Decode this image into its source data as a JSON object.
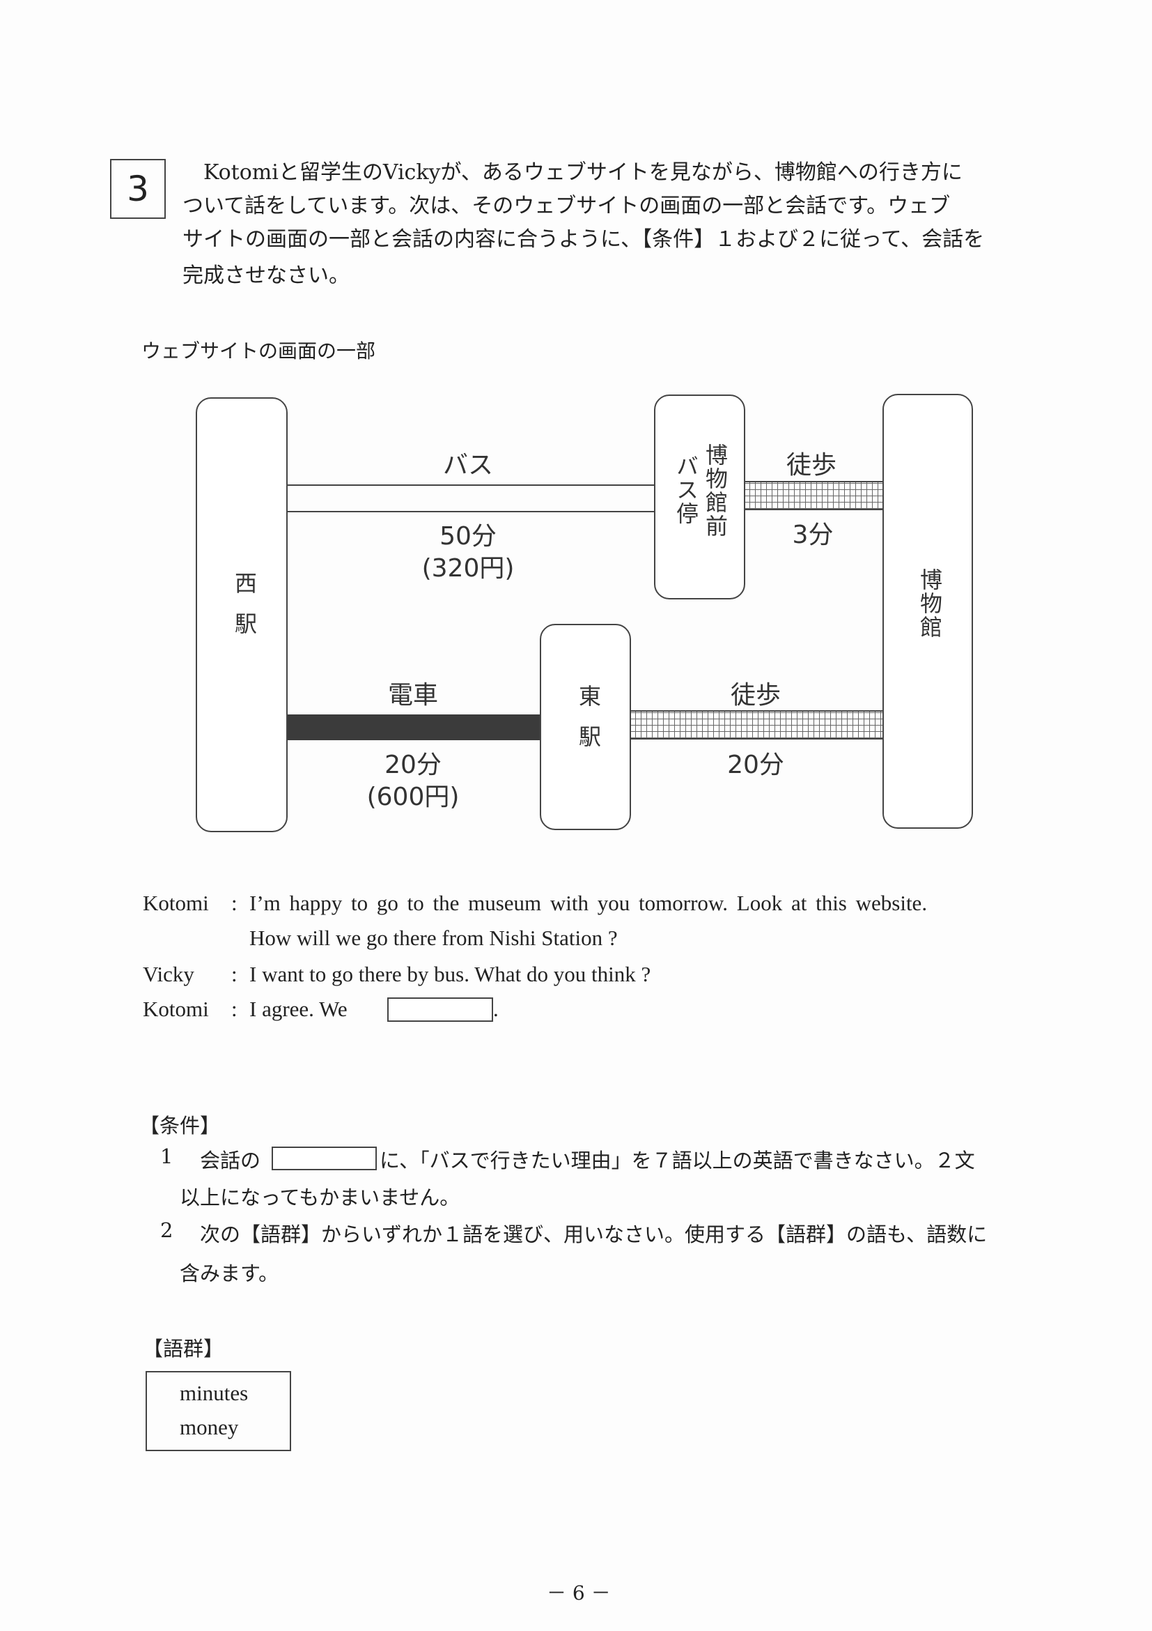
{
  "question_number": "3",
  "intro": [
    "Kotomiと留学生のVickyが、あるウェブサイトを見ながら、博物館への行き方に",
    "ついて話をしています。次は、そのウェブサイトの画面の一部と会話です。ウェブ",
    "サイトの画面の一部と会話の内容に合うように、【条件】１および２に従って、会話を",
    "完成させなさい。"
  ],
  "website_caption": "ウェブサイトの画面の一部",
  "map": {
    "west_station": "西駅",
    "bus_stop": {
      "line1": "博物館前",
      "line2": "バス停"
    },
    "museum": "博物館",
    "east_station": "東駅",
    "bus": {
      "label": "バス",
      "time": "50分",
      "fare": "(320円)"
    },
    "walk_from_bus_stop": {
      "label": "徒歩",
      "time": "3分"
    },
    "train": {
      "label": "電車",
      "time": "20分",
      "fare": "(600円)"
    },
    "walk_from_east_station": {
      "label": "徒歩",
      "time": "20分"
    }
  },
  "dialogue": [
    {
      "speaker": "Kotomi",
      "lines": [
        "I’m happy to go to the museum with you tomorrow.  Look at this website.",
        "How will we go there from Nishi Station ?"
      ]
    },
    {
      "speaker": "Vicky",
      "lines": [
        "I want to go there by bus.  What do you think ?"
      ]
    },
    {
      "speaker": "Kotomi",
      "lines": [
        "I agree.  We"
      ],
      "after_blank": "."
    }
  ],
  "conditions": {
    "heading": "【条件】",
    "items": [
      {
        "num": "1",
        "before_blank": "会話の",
        "after_blank": "に、「バスで行きたい理由」を７語以上の英語で書きなさい。２文",
        "cont": "以上になってもかまいません。"
      },
      {
        "num": "2",
        "text": "次の【語群】からいずれか１語を選び、用いなさい。使用する【語群】の語も、語数に",
        "cont": "含みます。"
      }
    ]
  },
  "word_bank": {
    "heading": "【語群】",
    "words": [
      "minutes",
      "money"
    ]
  },
  "page_number": "－ 6 －"
}
